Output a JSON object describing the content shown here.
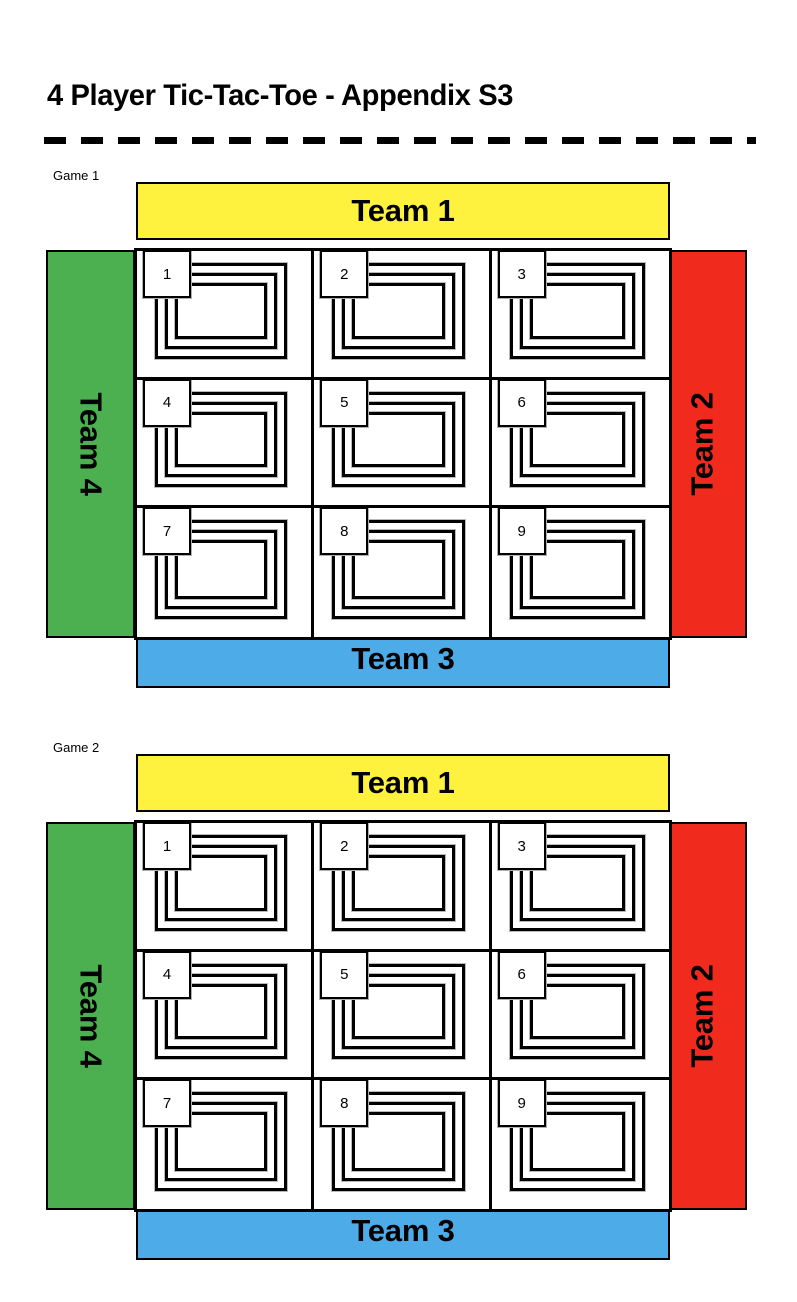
{
  "page": {
    "title": "4 Player Tic-Tac-Toe - Appendix S3",
    "divider": "dashed-rule"
  },
  "colors": {
    "team1": "#FFF23F",
    "team2": "#F02B1D",
    "team3": "#4DABE8",
    "team4": "#4CAF50",
    "border": "#000000",
    "background": "#FFFFFF"
  },
  "games": [
    {
      "label": "Game 1",
      "bands": {
        "top": "Team 1",
        "right": "Team 2",
        "bottom": "Team 3",
        "left": "Team 4"
      },
      "cells": [
        {
          "number": "1"
        },
        {
          "number": "2"
        },
        {
          "number": "3"
        },
        {
          "number": "4"
        },
        {
          "number": "5"
        },
        {
          "number": "6"
        },
        {
          "number": "7"
        },
        {
          "number": "8"
        },
        {
          "number": "9"
        }
      ]
    },
    {
      "label": "Game 2",
      "bands": {
        "top": "Team 1",
        "right": "Team 2",
        "bottom": "Team 3",
        "left": "Team 4"
      },
      "cells": [
        {
          "number": "1"
        },
        {
          "number": "2"
        },
        {
          "number": "3"
        },
        {
          "number": "4"
        },
        {
          "number": "5"
        },
        {
          "number": "6"
        },
        {
          "number": "7"
        },
        {
          "number": "8"
        },
        {
          "number": "9"
        }
      ]
    }
  ]
}
